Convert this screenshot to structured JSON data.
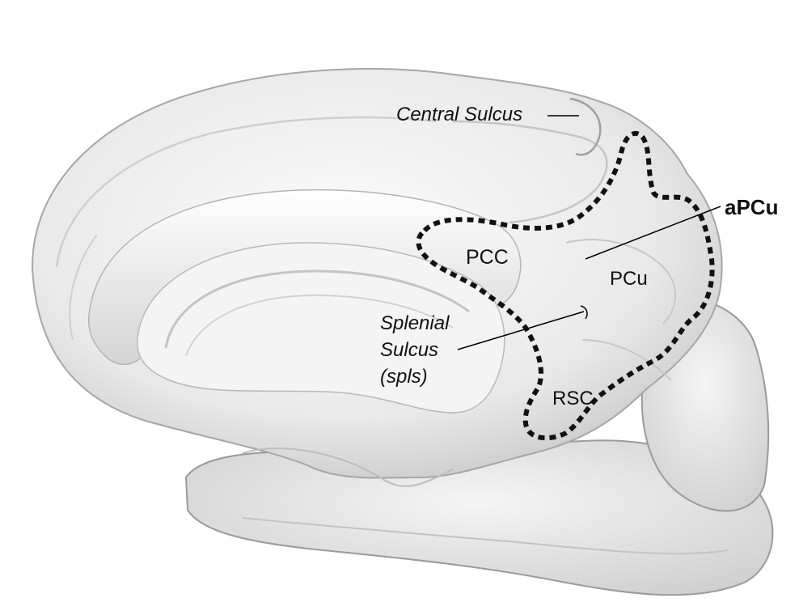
{
  "labels": {
    "central_sulcus": "Central Sulcus",
    "apcu": "aPCu",
    "pcc": "PCC",
    "pcu": "PCu",
    "rsc": "RSC",
    "splenial_line1": "Splenial",
    "splenial_line2": "Sulcus",
    "splenial_line3": "(spls)"
  },
  "colors": {
    "surface": "#ececec",
    "outline": "#111111",
    "annotation_lines": "#000000"
  }
}
